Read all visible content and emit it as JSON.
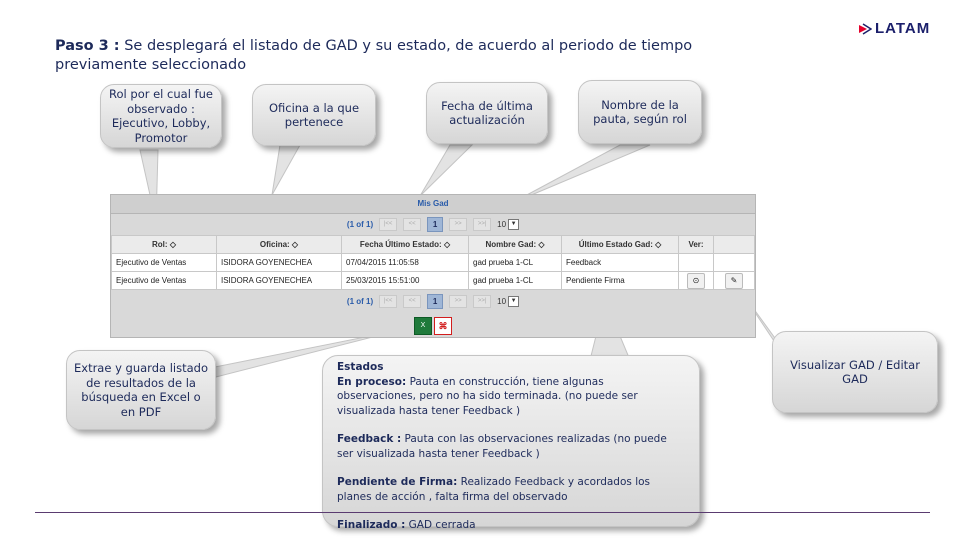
{
  "heading": {
    "step": "Paso 3 :",
    "text": " Se desplegará  el listado de GAD y su estado, de acuerdo al periodo de tiempo previamente seleccionado"
  },
  "logo": {
    "text": "LATAM"
  },
  "callouts": {
    "rol": "Rol por el cual fue observado : Ejecutivo, Lobby, Promotor",
    "oficina": "Oficina  a la que pertenece",
    "fecha": "Fecha  de última actualización",
    "nombre": "Nombre de la pauta,  según rol",
    "extraer": "Extrae   y guarda listado  de resultados de la búsqueda  en Excel o en PDF",
    "visualizar": "Visualizar GAD / Editar GAD"
  },
  "grid": {
    "title": "Mis Gad",
    "page_info": "(1 of 1)",
    "current_page": "1",
    "page_size": "10",
    "columns": [
      "Rol:",
      "Oficina:",
      "Fecha Último Estado:",
      "Nombre Gad:",
      "Último Estado Gad:",
      "Ver:"
    ],
    "rows": [
      {
        "rol": "Ejecutivo de Ventas",
        "oficina": "ISIDORA GOYENECHEA",
        "fecha": "07/04/2015 11:05:58",
        "nombre": "gad prueba 1-CL",
        "estado": "Feedback"
      },
      {
        "rol": "Ejecutivo de Ventas",
        "oficina": "ISIDORA GOYENECHEA",
        "fecha": "25/03/2015 15:51:00",
        "nombre": "gad prueba 1-CL",
        "estado": "Pendiente Firma"
      }
    ]
  },
  "estados": {
    "title": "Estados",
    "en_proceso_label": "En proceso:",
    "en_proceso_text": " Pauta en construcción, tiene algunas observaciones, pero no ha sido terminada. (no puede ser visualizada  hasta tener Feedback )",
    "feedback_label": "Feedback :",
    "feedback_text": " Pauta  con las observaciones realizadas (no puede ser visualizada  hasta tener Feedback )",
    "pendiente_label": "Pendiente de Firma:",
    "pendiente_text": "  Realizado Feedback y acordados los planes de acción , falta  firma  del observado",
    "finalizado_label": "Finalizado :",
    "finalizado_text": " GAD cerrada"
  },
  "colors": {
    "brand": "#1b1f6b",
    "accent_red": "#e4002b",
    "grid_header": "#2a5caa"
  },
  "icons": [
    "latam-logo-icon",
    "sort-icon",
    "view-icon",
    "edit-icon",
    "excel-icon",
    "pdf-icon",
    "dropdown-icon"
  ]
}
